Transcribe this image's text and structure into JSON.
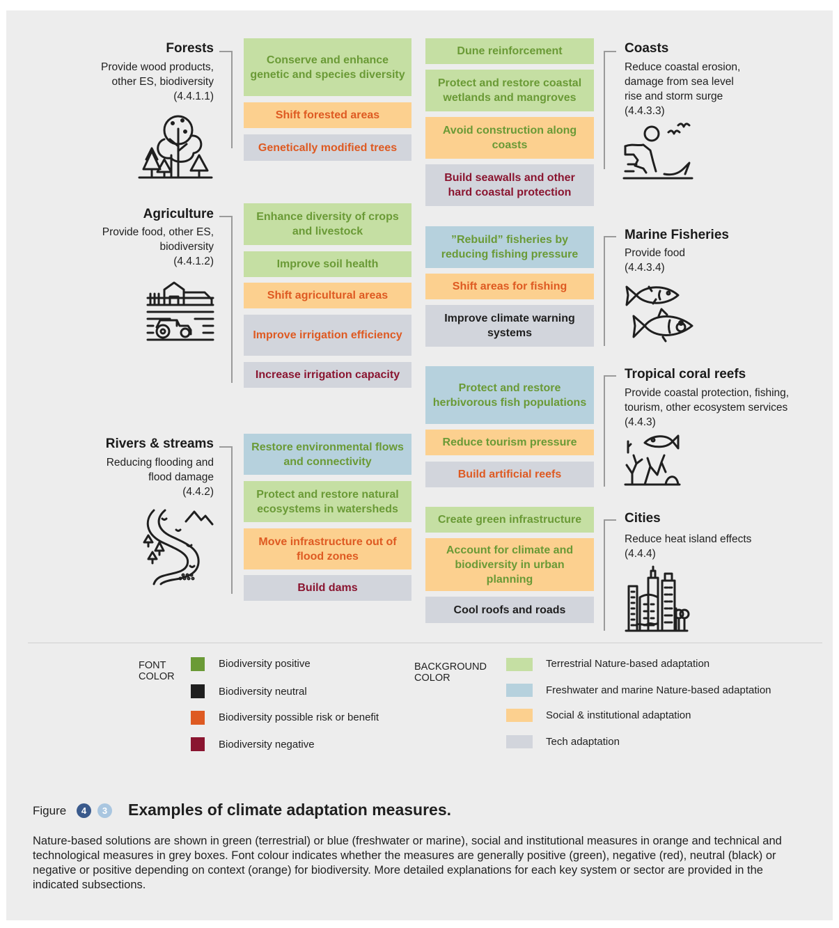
{
  "systems": {
    "forests": {
      "title": "Forests",
      "desc": [
        "Provide wood products,",
        "other ES, biodiversity",
        "(4.4.1.1)"
      ],
      "icon": "forest-icon"
    },
    "agriculture": {
      "title": "Agriculture",
      "desc": [
        "Provide food, other ES,",
        "biodiversity",
        "(4.4.1.2)"
      ],
      "icon": "farm-icon"
    },
    "rivers": {
      "title": "Rivers & streams",
      "desc": [
        "Reducing flooding and",
        "flood damage",
        "(4.4.2)"
      ],
      "icon": "river-icon"
    },
    "coasts": {
      "title": "Coasts",
      "desc": [
        "Reduce coastal erosion,",
        "damage from sea level",
        "rise and storm surge",
        "(4.4.3.3)"
      ],
      "icon": "coast-icon"
    },
    "fisheries": {
      "title": "Marine Fisheries",
      "desc": [
        "Provide food",
        "(4.4.3.4)"
      ],
      "icon": "fish-icon"
    },
    "reefs": {
      "title": "Tropical coral reefs",
      "desc": [
        "Provide coastal protection, fishing,",
        "tourism, other ecosystem services",
        "(4.4.3)"
      ],
      "icon": "coral-reef-icon"
    },
    "cities": {
      "title": "Cities",
      "desc": [
        "Reduce heat island effects",
        "(4.4.4)"
      ],
      "icon": "city-icon"
    }
  },
  "measures": {
    "forests": [
      {
        "text": "Conserve and enhance genetic and species diversity",
        "bg": "terrestrial",
        "font": "positive"
      },
      {
        "text": "Shift forested areas",
        "bg": "social",
        "font": "risk"
      },
      {
        "text": "Genetically modified trees",
        "bg": "tech",
        "font": "risk"
      }
    ],
    "agriculture": [
      {
        "text": "Enhance diversity of crops and livestock",
        "bg": "terrestrial",
        "font": "positive"
      },
      {
        "text": "Improve soil health",
        "bg": "terrestrial",
        "font": "positive"
      },
      {
        "text": "Shift agricultural areas",
        "bg": "social",
        "font": "risk"
      },
      {
        "text": "Improve irrigation efficiency",
        "bg": "tech",
        "font": "risk"
      },
      {
        "text": "Increase irrigation capacity",
        "bg": "tech",
        "font": "negative"
      }
    ],
    "rivers": [
      {
        "text": "Restore environmental flows and connectivity",
        "bg": "freshwater",
        "font": "positive"
      },
      {
        "text": "Protect and restore natural ecosystems in watersheds",
        "bg": "terrestrial",
        "font": "positive"
      },
      {
        "text": "Move infrastructure out of flood zones",
        "bg": "social",
        "font": "risk"
      },
      {
        "text": "Build dams",
        "bg": "tech",
        "font": "negative"
      }
    ],
    "coasts": [
      {
        "text": "Dune reinforcement",
        "bg": "terrestrial",
        "font": "positive"
      },
      {
        "text": "Protect and restore coastal wetlands and mangroves",
        "bg": "terrestrial",
        "font": "positive"
      },
      {
        "text": "Avoid construction along coasts",
        "bg": "social",
        "font": "positive"
      },
      {
        "text": "Build seawalls and other hard coastal protection",
        "bg": "tech",
        "font": "negative"
      }
    ],
    "fisheries": [
      {
        "text": "”Rebuild” fisheries by reducing fishing pressure",
        "bg": "freshwater",
        "font": "positive"
      },
      {
        "text": "Shift areas for fishing",
        "bg": "social",
        "font": "risk"
      },
      {
        "text": "Improve climate warning systems",
        "bg": "tech",
        "font": "neutral"
      }
    ],
    "reefs": [
      {
        "text": "Protect and restore herbivorous fish populations",
        "bg": "freshwater",
        "font": "positive"
      },
      {
        "text": "Reduce tourism pressure",
        "bg": "social",
        "font": "positive"
      },
      {
        "text": "Build artificial reefs",
        "bg": "tech",
        "font": "risk"
      }
    ],
    "cities": [
      {
        "text": "Create green infrastructure",
        "bg": "terrestrial",
        "font": "positive"
      },
      {
        "text": "Account for climate and biodiversity in urban planning",
        "bg": "social",
        "font": "positive"
      },
      {
        "text": "Cool roofs and roads",
        "bg": "tech",
        "font": "neutral"
      }
    ]
  },
  "legend": {
    "font_heading": [
      "FONT",
      "COLOR"
    ],
    "background_heading": [
      "BACKGROUND",
      "COLOR"
    ],
    "font_items": [
      {
        "label": "Biodiversity positive",
        "color": "#6a9a36"
      },
      {
        "label": "Biodiversity neutral",
        "color": "#1f1f1f"
      },
      {
        "label": "Biodiversity possible risk or benefit",
        "color": "#de5a22"
      },
      {
        "label": "Biodiversity negative",
        "color": "#8a1530"
      }
    ],
    "background_items": [
      {
        "label": "Terrestrial Nature-based adaptation",
        "color": "#c5dfa3"
      },
      {
        "label": "Freshwater and marine Nature-based adaptation",
        "color": "#b6d1dd"
      },
      {
        "label": "Social & institutional adaptation",
        "color": "#fcd08f"
      },
      {
        "label": "Tech adaptation",
        "color": "#d2d5dc"
      }
    ]
  },
  "figure": {
    "word": "Figure",
    "badge1": "4",
    "badge2": "3",
    "badge1_color": "#3a5a8c",
    "badge2_color": "#a9c6e0",
    "title": "Examples of climate adaptation measures.",
    "caption": "Nature-based solutions are shown in green (terrestrial) or blue (freshwater or marine), social and institutional measures in orange and technical and technological measures in grey boxes. Font colour indicates whether the measures are generally positive (green), negative (red), neutral (black) or negative or positive depending on context (orange) for biodiversity. More detailed explanations for each key system or sector are provided in the indicated subsections."
  }
}
